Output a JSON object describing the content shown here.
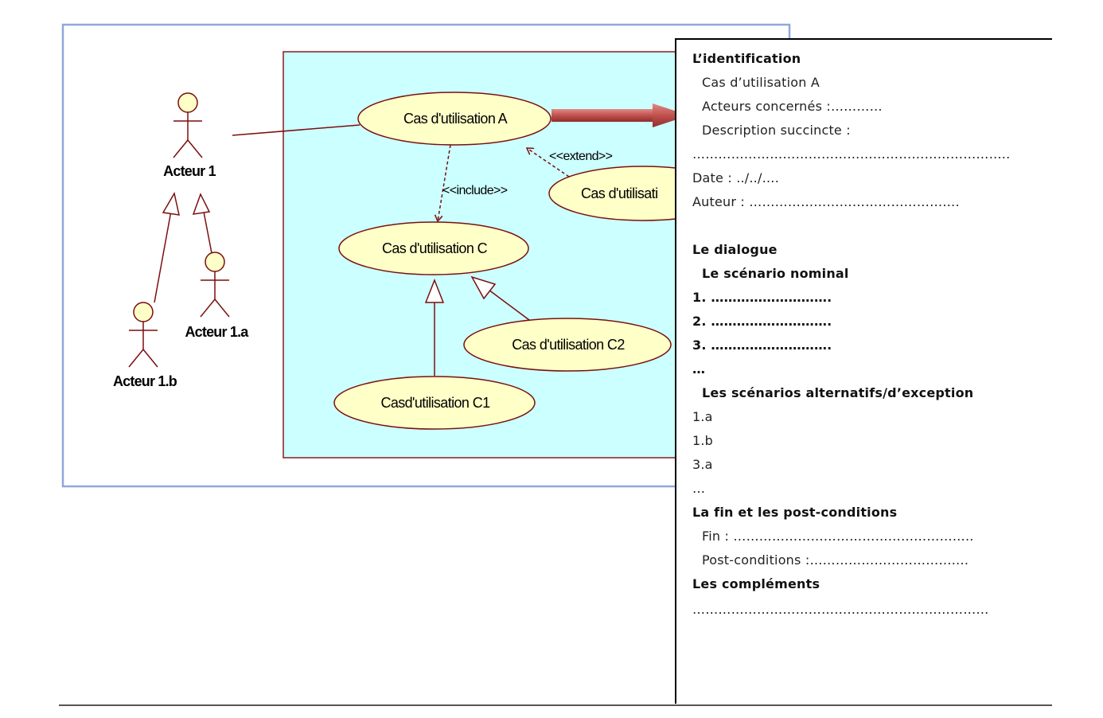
{
  "diagram": {
    "actors": [
      {
        "id": "a1",
        "label": "Acteur 1"
      },
      {
        "id": "a1a",
        "label": "Acteur 1.a"
      },
      {
        "id": "a1b",
        "label": "Acteur 1.b"
      }
    ],
    "use_cases": [
      {
        "id": "ucA",
        "label": "Cas d'utilisation A"
      },
      {
        "id": "ucB",
        "label": "Cas d'utilisati"
      },
      {
        "id": "ucC",
        "label": "Cas d'utilisation C"
      },
      {
        "id": "ucC2",
        "label": "Cas d'utilisation C2"
      },
      {
        "id": "ucC1",
        "label": "Casd'utilisation C1"
      }
    ],
    "relations": {
      "include_label": "<<include>>",
      "extend_label": "<<extend>>"
    },
    "colors": {
      "frame": "#8fa8d8",
      "system_fill": "#ccffff",
      "system_border": "#8b1a1a",
      "usecase_fill": "#ffffc8",
      "line": "#7a0f0f",
      "arrow": "#c0504d"
    }
  },
  "template": {
    "identification_title": "L’identification",
    "use_case_name": "Cas d’utilisation A",
    "actors_line": "Acteurs concernés :…………",
    "description_line": "Description succincte :",
    "description_dots": "………………………………………………………………..",
    "date_line": "Date : ../../….",
    "author_line": "Auteur : ………………………………………….",
    "dialogue_title": "Le dialogue",
    "nominal_title": "Le scénario nominal",
    "nominal_steps": [
      "1. ……………………….",
      "2. ……………………….",
      "3. ………………………."
    ],
    "nominal_more": "…",
    "alt_title": "Les scénarios alternatifs/d’exception",
    "alt_steps": [
      "1.a",
      "1.b",
      "3.a"
    ],
    "alt_more": "…",
    "end_title": "La fin et les post-conditions",
    "end_line": "Fin : ………………………………………………..",
    "post_line": "Post-conditions :……………………………….",
    "complements_title": "Les compléments",
    "complements_dots": "……………………………………………………………"
  }
}
